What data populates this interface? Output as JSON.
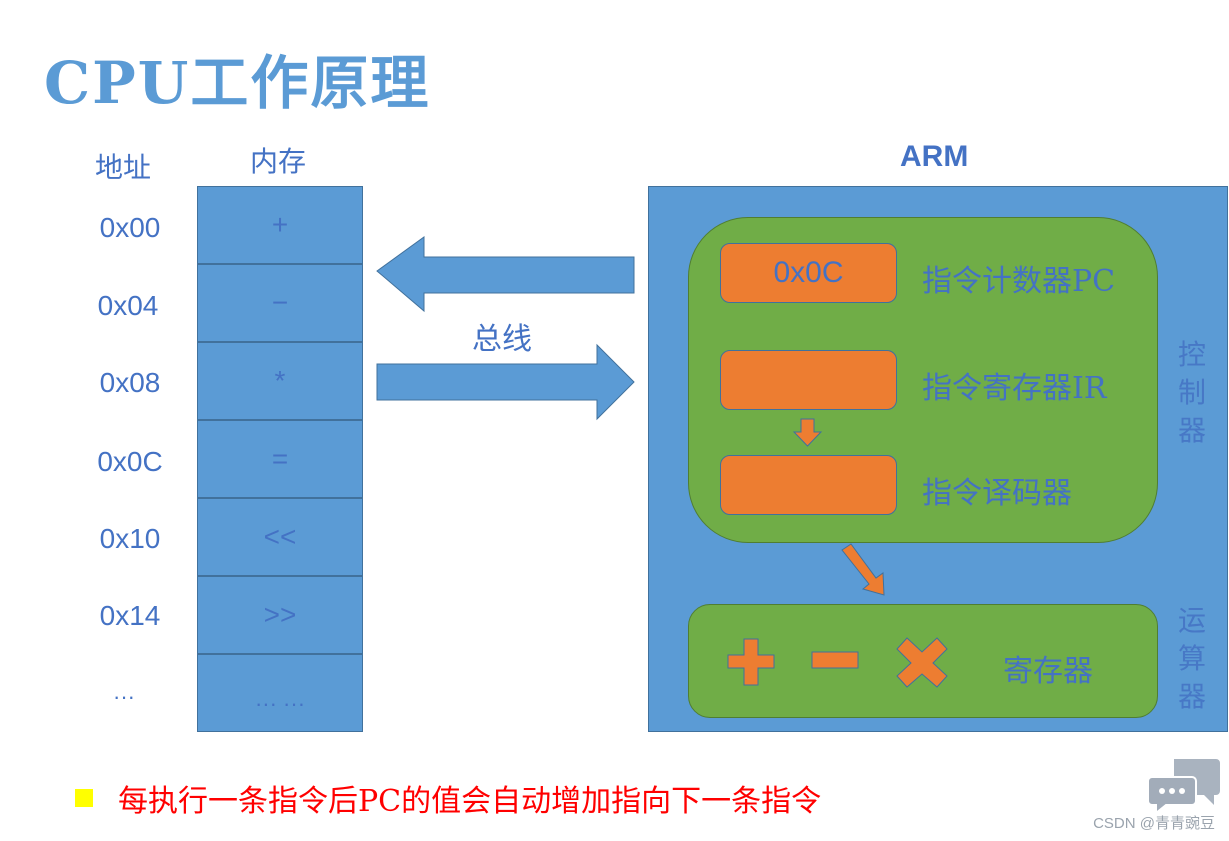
{
  "title": "CPU工作原理",
  "memory": {
    "address_header": "地址",
    "memory_header": "内存",
    "rows": [
      {
        "address": "0x00",
        "content": "+"
      },
      {
        "address": "0x04",
        "content": "−"
      },
      {
        "address": "0x08",
        "content": "*"
      },
      {
        "address": "0x0C",
        "content": "="
      },
      {
        "address": "0x10",
        "content": "<<"
      },
      {
        "address": "0x14",
        "content": ">>"
      },
      {
        "address": "···",
        "content": "··· ···"
      }
    ]
  },
  "bus": {
    "label": "总线"
  },
  "arm": {
    "title": "ARM",
    "controller": {
      "label_chars": [
        "控",
        "制",
        "器"
      ],
      "pc": {
        "value": "0x0C",
        "label": "指令计数器PC"
      },
      "ir": {
        "value": "",
        "label": "指令寄存器IR"
      },
      "decoder": {
        "value": "",
        "label": "指令译码器"
      }
    },
    "alu": {
      "label_chars": [
        "运",
        "算",
        "器"
      ],
      "operators": [
        "plus",
        "minus",
        "multiply"
      ],
      "register_label": "寄存器"
    }
  },
  "note": "每执行一条指令后PC的值会自动增加指向下一条指令",
  "watermark": "CSDN @青青豌豆",
  "colors": {
    "blue": "#5b9bd5",
    "text_blue": "#4472c4",
    "green": "#70ad47",
    "orange": "#ed7d31",
    "note_red": "#ff0000",
    "bullet_yellow": "#ffff00"
  }
}
